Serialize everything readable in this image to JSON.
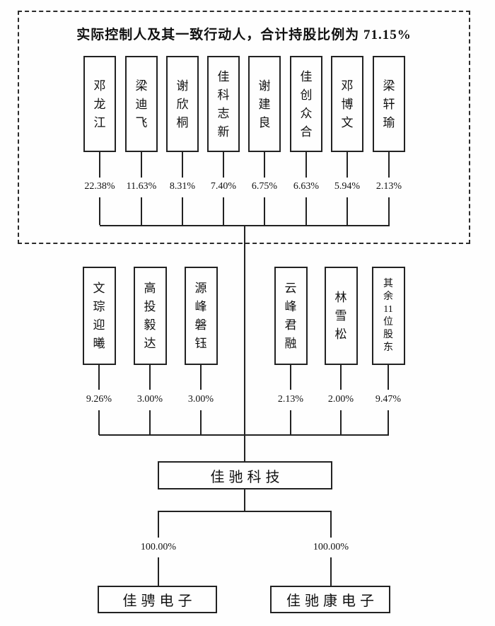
{
  "controller_group": {
    "title": "实际控制人及其一致行动人，合计持股比例为 71.15%",
    "shareholders": [
      {
        "name": "邓龙江",
        "lines": [
          "邓",
          "龙",
          "江"
        ],
        "pct": "22.38%"
      },
      {
        "name": "梁迪飞",
        "lines": [
          "梁",
          "迪",
          "飞"
        ],
        "pct": "11.63%"
      },
      {
        "name": "谢欣桐",
        "lines": [
          "谢",
          "欣",
          "桐"
        ],
        "pct": "8.31%"
      },
      {
        "name": "佳科志新",
        "lines": [
          "佳",
          "科",
          "志",
          "新"
        ],
        "pct": "7.40%"
      },
      {
        "name": "谢建良",
        "lines": [
          "谢",
          "建",
          "良"
        ],
        "pct": "6.75%"
      },
      {
        "name": "佳创众合",
        "lines": [
          "佳",
          "创",
          "众",
          "合"
        ],
        "pct": "6.63%"
      },
      {
        "name": "邓博文",
        "lines": [
          "邓",
          "博",
          "文"
        ],
        "pct": "5.94%"
      },
      {
        "name": "梁轩瑜",
        "lines": [
          "梁",
          "轩",
          "瑜"
        ],
        "pct": "2.13%"
      }
    ]
  },
  "other_shareholders": [
    {
      "name": "文琮迎曦",
      "lines": [
        "文",
        "琮",
        "迎",
        "曦"
      ],
      "pct": "9.26%"
    },
    {
      "name": "高投毅达",
      "lines": [
        "高",
        "投",
        "毅",
        "达"
      ],
      "pct": "3.00%"
    },
    {
      "name": "源峰磐钰",
      "lines": [
        "源",
        "峰",
        "磐",
        "钰"
      ],
      "pct": "3.00%"
    },
    {
      "name": "云峰君融",
      "lines": [
        "云",
        "峰",
        "君",
        "融"
      ],
      "pct": "2.13%"
    },
    {
      "name": "林雪松",
      "lines": [
        "林",
        "雪",
        "松"
      ],
      "pct": "2.00%"
    },
    {
      "name": "其余11位股东",
      "lines": [
        "其",
        "余",
        "11",
        "位",
        "股",
        "东"
      ],
      "pct": "9.47%"
    }
  ],
  "company": {
    "name": "佳驰科技"
  },
  "subsidiaries": [
    {
      "name": "佳骋电子",
      "pct": "100.00%"
    },
    {
      "name": "佳驰康电子",
      "pct": "100.00%"
    }
  ],
  "colors": {
    "line": "#222222",
    "background": "#fefefe",
    "text": "#111111"
  }
}
